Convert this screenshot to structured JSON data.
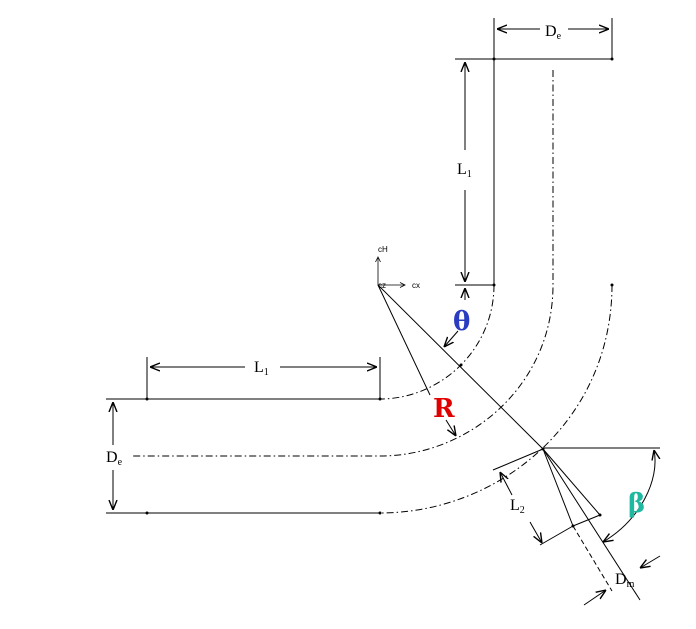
{
  "diagram": {
    "labels": {
      "de_top": {
        "main": "D",
        "sub": "e"
      },
      "l1_vertical": {
        "main": "L",
        "sub": "1"
      },
      "l1_horizontal": {
        "main": "L",
        "sub": "1"
      },
      "de_left": {
        "main": "D",
        "sub": "e"
      },
      "l2": {
        "main": "L",
        "sub": "2"
      },
      "dm": {
        "main": "D",
        "sub": "m"
      },
      "r": "R",
      "theta": "θ",
      "beta": "β",
      "axis_h": "cH",
      "axis_x": "cx",
      "axis_z": "cz"
    },
    "colors": {
      "line": "#000000",
      "r_label": "#e00000",
      "theta_label": "#2a3cc0",
      "beta_label": "#1fb8a0"
    }
  }
}
